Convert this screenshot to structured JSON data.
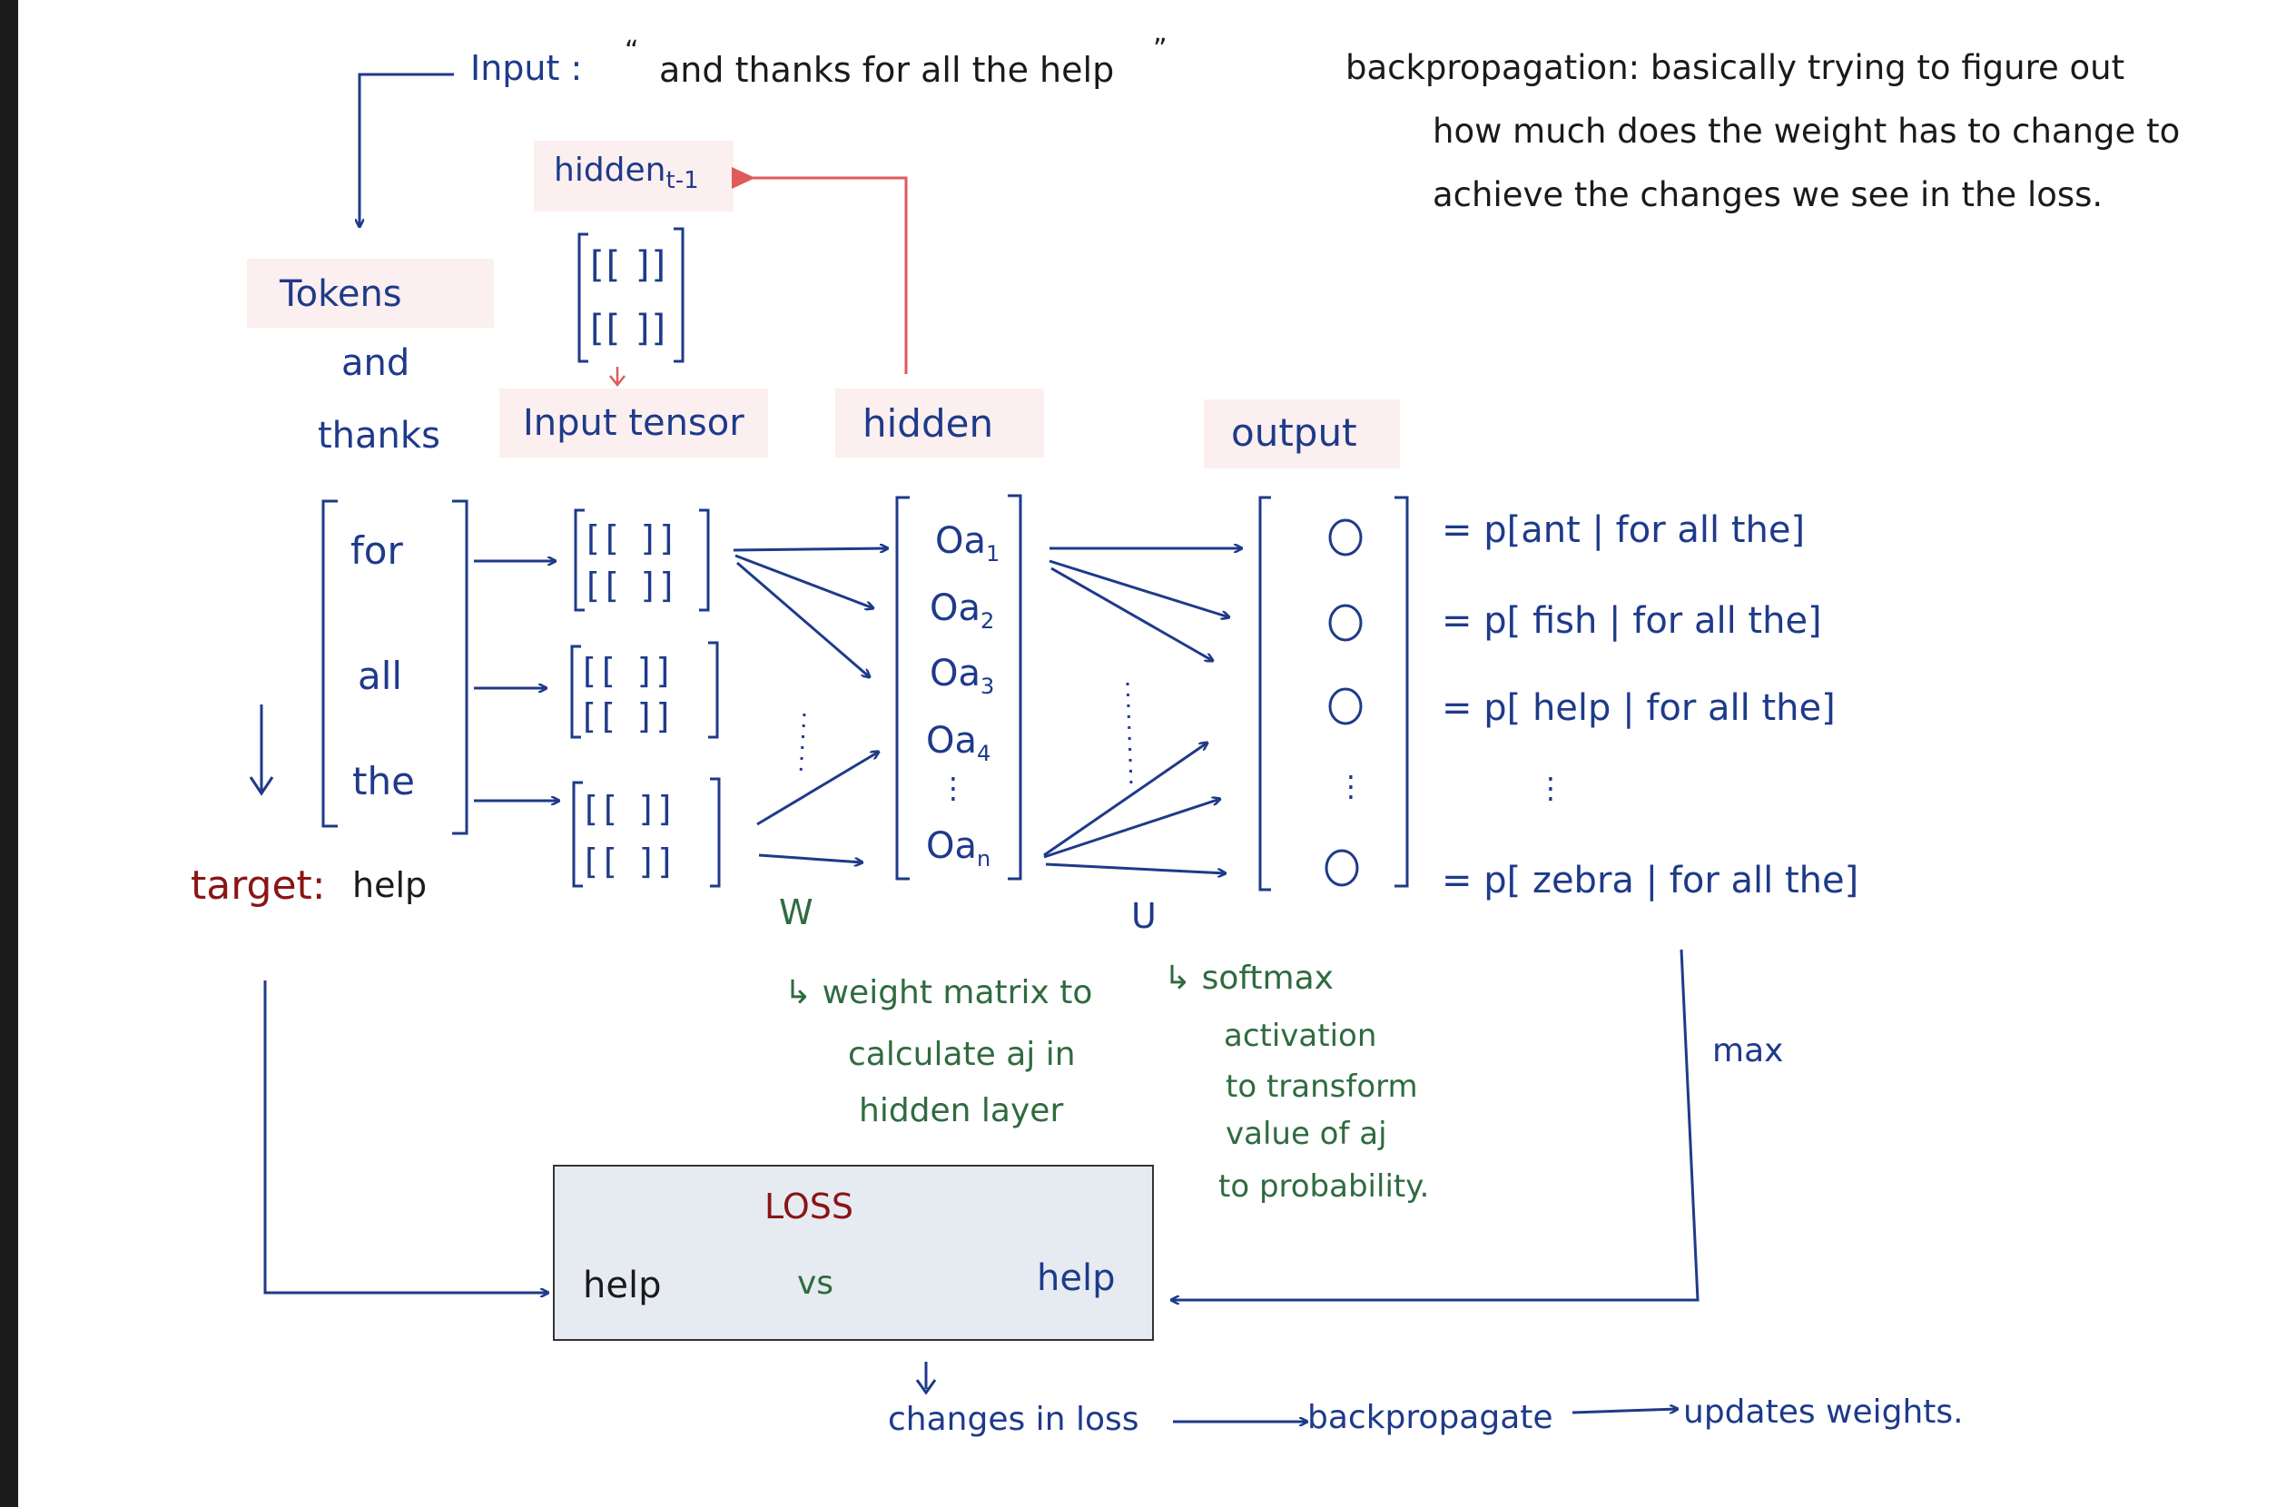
{
  "input_line": {
    "label": "Input :",
    "quote_open": "“",
    "text": "and thanks for all the help",
    "quote_close": "”"
  },
  "note": {
    "line1": "backpropagation: basically trying to figure out",
    "line2": "how much does the weight has to change to",
    "line3": "achieve the changes we see in the loss."
  },
  "headers": {
    "tokens": "Tokens",
    "hidden_prev": "hidden",
    "hidden_prev_sub": "t-1",
    "input_tensor": "Input tensor",
    "hidden": "hidden",
    "output": "output"
  },
  "tokens_above": [
    "and",
    "thanks"
  ],
  "tokens_window": [
    "for",
    "all",
    "the"
  ],
  "target": {
    "label": "target:",
    "value": "help"
  },
  "tensor_glyph": "[[ ]]",
  "hidden_units": [
    {
      "name": "a",
      "sub": "1"
    },
    {
      "name": "a",
      "sub": "2"
    },
    {
      "name": "a",
      "sub": "3"
    },
    {
      "name": "a",
      "sub": "4"
    },
    {
      "name": "a",
      "sub": "n"
    }
  ],
  "vdots": "⋮",
  "output_probs": [
    "= p[ant | for all the]",
    "= p[ fish | for all the]",
    "= p[ help | for all the]",
    "= p[ zebra | for all the]"
  ],
  "w_label": "W",
  "u_label": "U",
  "w_note": [
    "↳ weight matrix to",
    "calculate aj in",
    "hidden layer"
  ],
  "u_note": [
    "↳ softmax",
    "activation",
    "to transform",
    "value of aj",
    "to probability."
  ],
  "max_label": "max",
  "loss_box": {
    "title": "LOSS",
    "left": "help",
    "vs": "vs",
    "right": "help"
  },
  "bottom_flow": {
    "changes": "changes in loss",
    "backprop": "backpropagate",
    "update": "updates weights."
  },
  "colors": {
    "ink_blue": "#1e3a8a",
    "ink_green": "#2f6b3f",
    "ink_red": "#8b1414",
    "arrow_red": "#e05a5a",
    "highlight": "#fcefef",
    "loss_fill": "#e6ebf2"
  }
}
